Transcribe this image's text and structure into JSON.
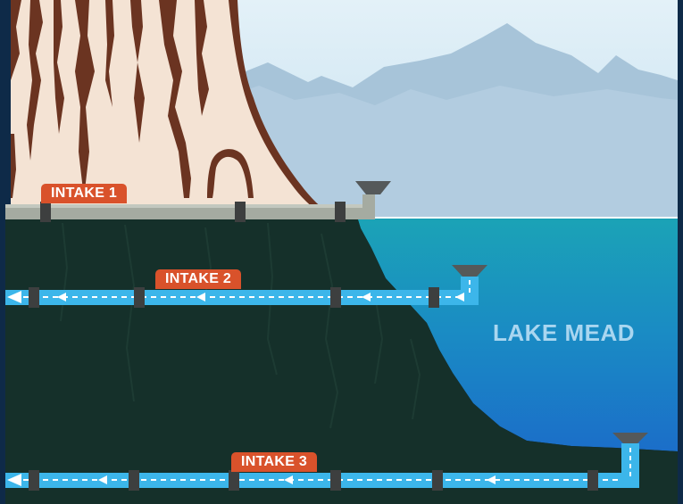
{
  "diagram": {
    "lake_label": "LAKE MEAD",
    "intakes": [
      {
        "label": "INTAKE 1",
        "state": "above water"
      },
      {
        "label": "INTAKE 2",
        "state": "active"
      },
      {
        "label": "INTAKE 3",
        "state": "active"
      }
    ],
    "colors": {
      "sky": "#cfe6f3",
      "mountains": "#a7c4d9",
      "cliff_face": "#f4e3d4",
      "cliff_cracks": "#6b3421",
      "bedrock": "#15302a",
      "lake_top": "#1ba3b6",
      "lake_bottom": "#1b6ec9",
      "dry_pipe": "#a5aba1",
      "water_pipe": "#3cb6ea",
      "label_badge": "#d9522b",
      "frame": "#0e2a48"
    }
  }
}
